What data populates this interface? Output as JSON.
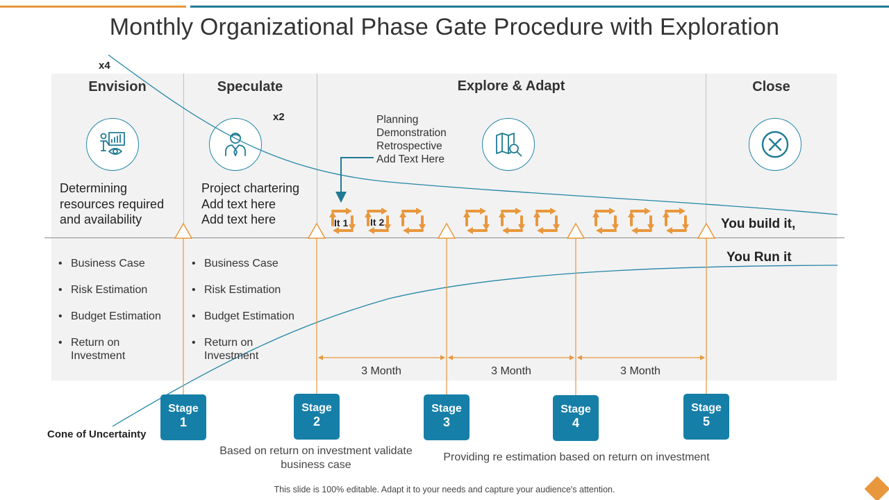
{
  "title": "Monthly Organizational Phase Gate Procedure with Exploration",
  "phases": [
    {
      "name": "Envision",
      "icon": "vision-analytics-icon"
    },
    {
      "name": "Speculate",
      "icon": "businessman-icon"
    },
    {
      "name": "Explore & Adapt",
      "icon": "map-search-icon"
    },
    {
      "name": "Close",
      "icon": "close-circle-icon"
    }
  ],
  "multipliers": {
    "x4": "x4",
    "x2": "x2"
  },
  "descriptions": {
    "envision": [
      "Determining",
      "resources required",
      "and availability"
    ],
    "speculate": [
      "Project chartering",
      "Add text here",
      "Add text here"
    ]
  },
  "planning_list": [
    "Planning",
    "Demonstration",
    "Retrospective",
    "Add Text Here"
  ],
  "iterations": {
    "it1": "It 1",
    "it2": "It 2"
  },
  "build_text": "You build it,",
  "run_text": "You Run it",
  "bullets_envision": [
    "Business Case",
    "Risk Estimation",
    "Budget Estimation",
    "Return on Investment"
  ],
  "bullets_speculate": [
    "Business Case",
    "Risk Estimation",
    "Budget Estimation",
    "Return on Investment"
  ],
  "months": [
    "3 Month",
    "3 Month",
    "3 Month"
  ],
  "stages": [
    {
      "label": "Stage",
      "num": "1"
    },
    {
      "label": "Stage",
      "num": "2"
    },
    {
      "label": "Stage",
      "num": "3"
    },
    {
      "label": "Stage",
      "num": "4"
    },
    {
      "label": "Stage",
      "num": "5"
    }
  ],
  "cone_label": "Cone of Uncertainty",
  "note_stage2": "Based on return on investment validate business case",
  "note_reestimation": "Providing re estimation based on return on investment",
  "footer": "This slide is 100% editable. Adapt it to your needs and capture your audience's attention.",
  "colors": {
    "orange": "#e8973c",
    "teal": "#1f7a93",
    "stage_blue": "#167fa8",
    "panel": "#f2f2f2"
  }
}
